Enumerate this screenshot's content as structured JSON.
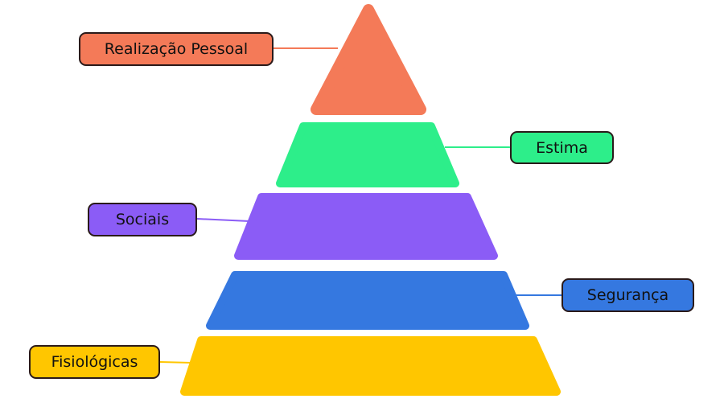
{
  "levels": [
    {
      "label": "Realização Pessoal",
      "color": "#F47A58"
    },
    {
      "label": "Estima",
      "color": "#2DEE8A"
    },
    {
      "label": "Sociais",
      "color": "#8B5CF6"
    },
    {
      "label": "Segurança",
      "color": "#3578E0"
    },
    {
      "label": "Fisiológicas",
      "color": "#FFC600"
    }
  ]
}
